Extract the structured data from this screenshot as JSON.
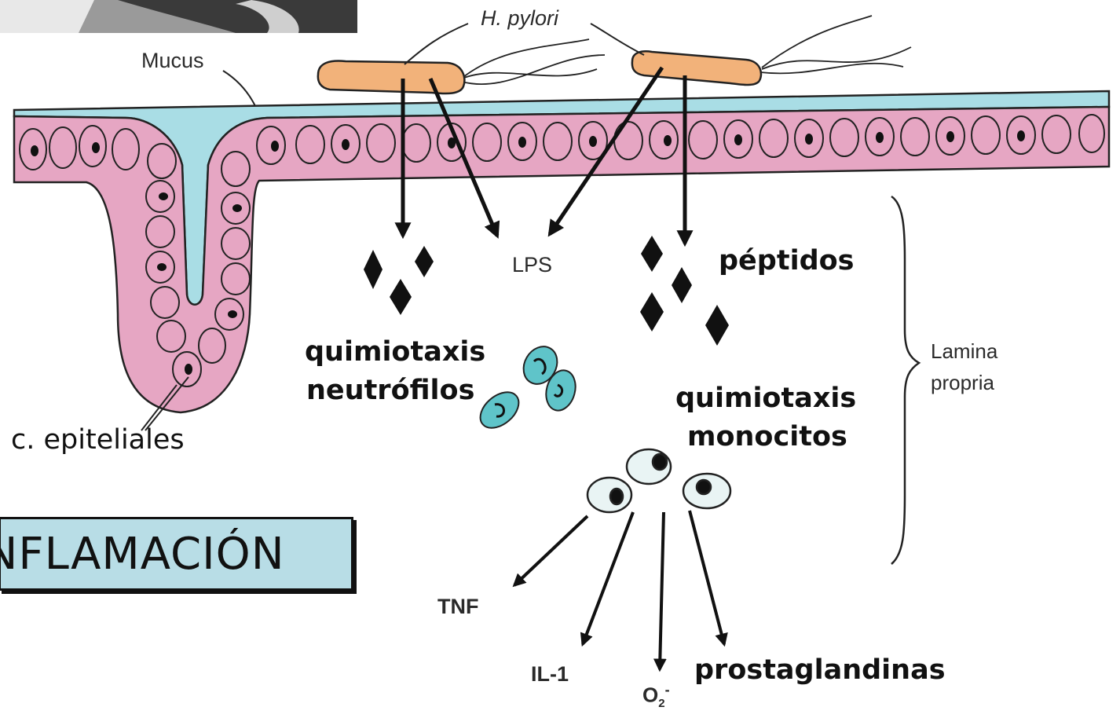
{
  "labels": {
    "h_pylori": "H. pylori",
    "mucus": "Mucus",
    "lps": "LPS",
    "peptidos": "péptidos",
    "quimiotaxis_neutrofilos_1": "quimiotaxis",
    "quimiotaxis_neutrofilos_2": "neutrófilos",
    "quimiotaxis_monocitos_1": "quimiotaxis",
    "quimiotaxis_monocitos_2": "monocitos",
    "lamina_1": "Lamina",
    "lamina_2": "propria",
    "c_epiteliales": "c. epiteliales",
    "inflamacion": "INFLAMACIÓN",
    "tnf": "TNF",
    "il1": "IL-1",
    "o2": "O",
    "o2_sub": "2",
    "o2_sup": "-",
    "prostaglandinas": "prostaglandinas"
  },
  "colors": {
    "mucus": "#a9dde5",
    "epithelium": "#e6a6c3",
    "bacteria": "#f2b27a",
    "neutrophil": "#5fc4c9",
    "monocyte": "#e9f4f4",
    "box": "#b8dde6"
  }
}
